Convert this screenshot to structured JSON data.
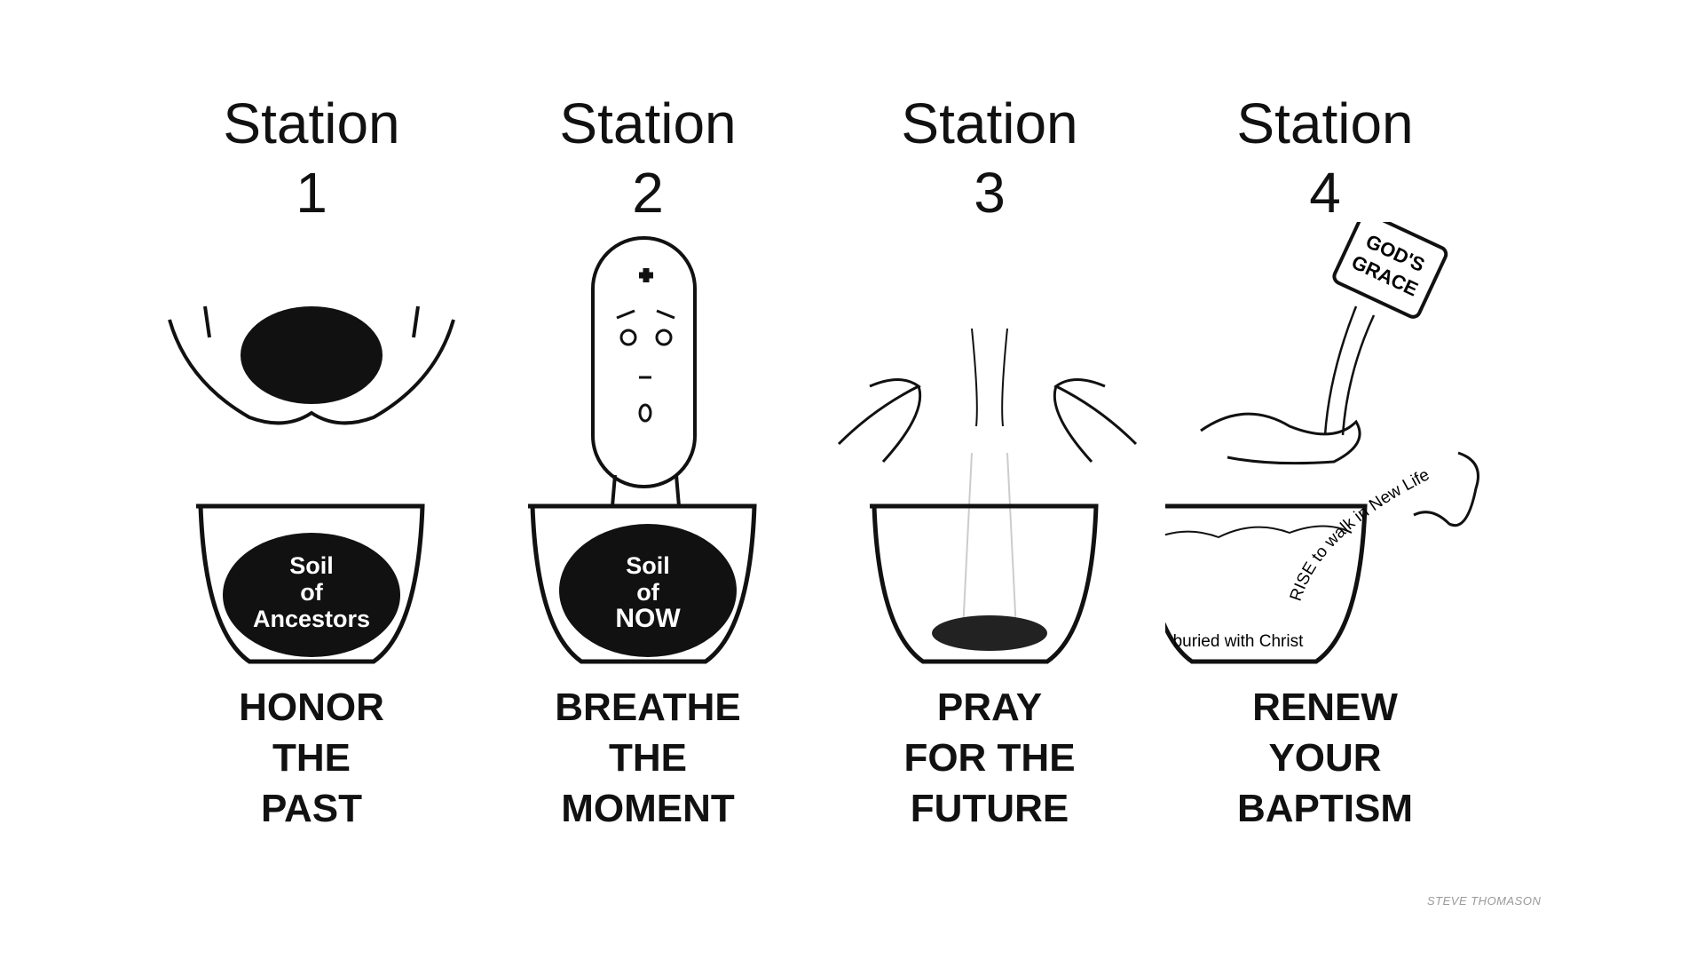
{
  "stations": [
    {
      "title": "Station",
      "number": "1",
      "bowl_text": [
        "Soil",
        "of",
        "Ancestors"
      ],
      "label": [
        "HONOR",
        "THE",
        "PAST"
      ]
    },
    {
      "title": "Station",
      "number": "2",
      "bowl_text": [
        "Soil",
        "of",
        "NOW"
      ],
      "label": [
        "BREATHE",
        "THE",
        "MOMENT"
      ]
    },
    {
      "title": "Station",
      "number": "3",
      "label": [
        "PRAY",
        "FOR THE",
        "FUTURE"
      ]
    },
    {
      "title": "Station",
      "number": "4",
      "pitcher_text": [
        "GOD'S",
        "GRACE"
      ],
      "arc_text": "RISE to walk in New Life",
      "bowl_text": "buried with Christ",
      "label": [
        "RENEW",
        "YOUR",
        "BAPTISM"
      ]
    }
  ],
  "signature": "STEVE THOMASON"
}
